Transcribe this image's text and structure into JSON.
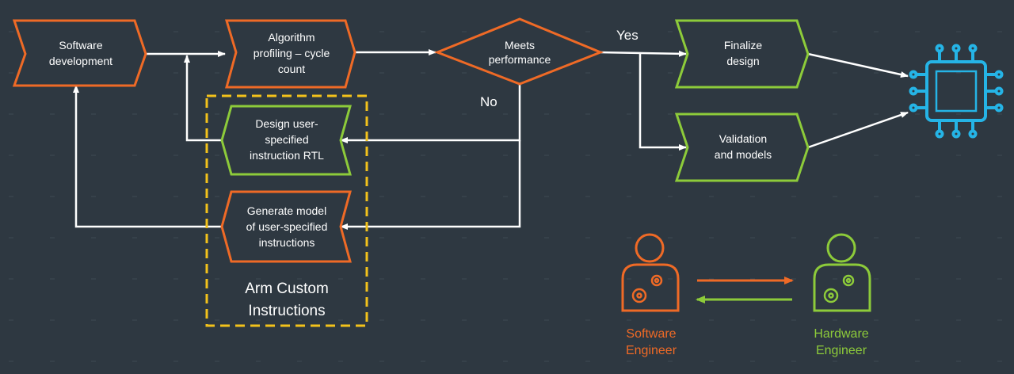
{
  "colors": {
    "background": "#2e3841",
    "software": "#ef6a26",
    "hardware": "#8dcb3a",
    "chip": "#25b4e6",
    "highlight": "#f3c21b",
    "connector": "#ffffff"
  },
  "nodes": {
    "software_development": {
      "lines": [
        "Software",
        "development"
      ]
    },
    "algorithm_profiling": {
      "lines": [
        "Algorithm",
        "profiling – cycle",
        "count"
      ]
    },
    "meets_performance": {
      "lines": [
        "Meets",
        "performance"
      ]
    },
    "finalize_design": {
      "lines": [
        "Finalize",
        "design"
      ]
    },
    "validation_models": {
      "lines": [
        "Validation",
        "and models"
      ]
    },
    "design_rtl": {
      "lines": [
        "Design user-",
        "specified",
        "instruction RTL"
      ]
    },
    "generate_model": {
      "lines": [
        "Generate model",
        "of user-specified",
        "instructions"
      ]
    }
  },
  "decision_labels": {
    "yes": "Yes",
    "no": "No"
  },
  "custom_instructions": {
    "lines": [
      "Arm Custom",
      "Instructions"
    ]
  },
  "roles": {
    "software": {
      "lines": [
        "Software",
        "Engineer"
      ]
    },
    "hardware": {
      "lines": [
        "Hardware",
        "Engineer"
      ]
    }
  },
  "icons": {
    "chip": "cpu-chip-icon",
    "software_engineer": "engineer-gears-icon",
    "hardware_engineer": "engineer-gears-icon"
  }
}
